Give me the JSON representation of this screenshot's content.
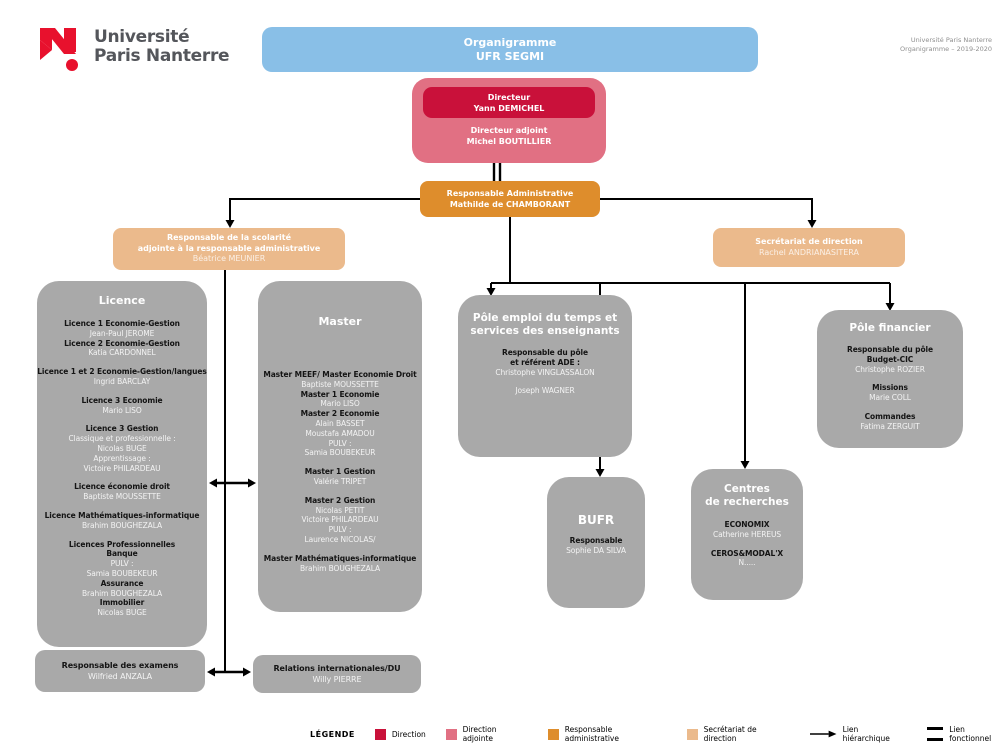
{
  "logo": {
    "line1": "Université",
    "line2": "Paris Nanterre"
  },
  "corner_note": {
    "line1": "Université Paris Nanterre",
    "line2": "Organigramme – 2019-2020"
  },
  "header": {
    "line1": "Organigramme",
    "line2": "UFR SEGMI"
  },
  "direction": {
    "role": "Directeur",
    "name": "Yann DEMICHEL",
    "deputy_role": "Directeur adjoint",
    "deputy_name": "Michel BOUTILLIER"
  },
  "admin": {
    "role": "Responsable Administrative",
    "name": "Mathilde de CHAMBORANT"
  },
  "scolarite": {
    "role_line1": "Responsable de la scolarité",
    "role_line2": "adjointe à la responsable administrative",
    "name": "Béatrice MEUNIER"
  },
  "secretariat": {
    "role": "Secrétariat de direction",
    "name": "Rachel ANDRIANASITERA"
  },
  "licence": {
    "title": "Licence",
    "lines": [
      {
        "t": "Licence 1 Economie-Gestion",
        "c": "lt"
      },
      {
        "t": "Jean-Paul JEROME",
        "c": "ln"
      },
      {
        "t": "Licence 2 Economie-Gestion",
        "c": "lt"
      },
      {
        "t": "Katia CARDONNEL",
        "c": "ln"
      },
      {
        "t": "Licence 1 et 2 Economie-Gestion/langues",
        "c": "lt gap"
      },
      {
        "t": "Ingrid BARCLAY",
        "c": "ln"
      },
      {
        "t": "Licence 3 Economie",
        "c": "lt gap"
      },
      {
        "t": "Mario LISO",
        "c": "ln"
      },
      {
        "t": "Licence 3 Gestion",
        "c": "lt gap"
      },
      {
        "t": "Classique et professionnelle :",
        "c": "ln"
      },
      {
        "t": "Nicolas BUGE",
        "c": "ln"
      },
      {
        "t": "Apprentissage :",
        "c": "ln"
      },
      {
        "t": "Victoire PHILARDEAU",
        "c": "ln"
      },
      {
        "t": "Licence économie droit",
        "c": "lt gap"
      },
      {
        "t": "Baptiste MOUSSETTE",
        "c": "ln"
      },
      {
        "t": "Licence Mathématiques-informatique",
        "c": "lt gap"
      },
      {
        "t": "Brahim BOUGHEZALA",
        "c": "ln"
      },
      {
        "t": "Licences Professionnelles",
        "c": "lt gap"
      },
      {
        "t": "Banque",
        "c": "lt"
      },
      {
        "t": "PULV :",
        "c": "ln"
      },
      {
        "t": "Samia BOUBEKEUR",
        "c": "ln"
      },
      {
        "t": "Assurance",
        "c": "lt"
      },
      {
        "t": "Brahim BOUGHEZALA",
        "c": "ln"
      },
      {
        "t": "Immobilier",
        "c": "lt"
      },
      {
        "t": "Nicolas BUGE",
        "c": "ln"
      }
    ]
  },
  "master": {
    "title": "Master",
    "lines": [
      {
        "t": "Master MEEF/ Master Economie Droit",
        "c": "lt"
      },
      {
        "t": "Baptiste MOUSSETTE",
        "c": "ln"
      },
      {
        "t": "Master 1 Economie",
        "c": "lt"
      },
      {
        "t": "Mario LISO",
        "c": "ln"
      },
      {
        "t": "Master 2 Economie",
        "c": "lt"
      },
      {
        "t": "Alain BASSET",
        "c": "ln"
      },
      {
        "t": "Moustafa AMADOU",
        "c": "ln"
      },
      {
        "t": "PULV :",
        "c": "ln"
      },
      {
        "t": "Samia BOUBEKEUR",
        "c": "ln"
      },
      {
        "t": "Master 1 Gestion",
        "c": "lt gap"
      },
      {
        "t": "Valérie TRIPET",
        "c": "ln"
      },
      {
        "t": "Master 2 Gestion",
        "c": "lt gap"
      },
      {
        "t": "Nicolas PETIT",
        "c": "ln"
      },
      {
        "t": "Victoire PHILARDEAU",
        "c": "ln"
      },
      {
        "t": "PULV :",
        "c": "ln"
      },
      {
        "t": "Laurence NICOLAS/",
        "c": "ln"
      },
      {
        "t": "Master Mathématiques-informatique",
        "c": "lt gap"
      },
      {
        "t": "Brahim BOUGHEZALA",
        "c": "ln"
      }
    ]
  },
  "pole_emploi": {
    "title_line1": "Pôle emploi du temps et",
    "title_line2": "services des enseignants",
    "lines": [
      {
        "t": "Responsable du pôle",
        "c": "lt"
      },
      {
        "t": "et référent ADE :",
        "c": "lt"
      },
      {
        "t": "Christophe VINGLASSALON",
        "c": "ln"
      },
      {
        "t": "Joseph WAGNER",
        "c": "ln gap"
      }
    ]
  },
  "pole_financier": {
    "title": "Pôle financier",
    "lines": [
      {
        "t": "Responsable du pôle",
        "c": "lt"
      },
      {
        "t": "Budget-CIC",
        "c": "lt"
      },
      {
        "t": "Christophe ROZIER",
        "c": "ln"
      },
      {
        "t": "Missions",
        "c": "lt gap"
      },
      {
        "t": "Marie COLL",
        "c": "ln"
      },
      {
        "t": "Commandes",
        "c": "lt gap"
      },
      {
        "t": "Fatima ZERGUIT",
        "c": "ln"
      }
    ]
  },
  "bufr": {
    "title": "BUFR",
    "lines": [
      {
        "t": "Responsable",
        "c": "lt"
      },
      {
        "t": "Sophie DA SILVA",
        "c": "ln"
      }
    ]
  },
  "centres": {
    "title_line1": "Centres",
    "title_line2": "de recherches",
    "lines": [
      {
        "t": "ECONOMIX",
        "c": "lt"
      },
      {
        "t": "Catherine HEREUS",
        "c": "ln"
      },
      {
        "t": "CEROS&MODAL'X",
        "c": "lt gap"
      },
      {
        "t": "N.....",
        "c": "ln"
      }
    ]
  },
  "examens": {
    "lines": [
      {
        "t": "Responsable des examens",
        "c": "lt"
      },
      {
        "t": "Wilfried ANZALA",
        "c": "ln"
      }
    ]
  },
  "relations": {
    "lines": [
      {
        "t": "Relations internationales/DU",
        "c": "lt"
      },
      {
        "t": "Willy PIERRE",
        "c": "ln"
      }
    ]
  },
  "legend": {
    "label": "LÉGENDE",
    "items": [
      {
        "label": "Direction",
        "color": "#C9113A"
      },
      {
        "label": "Direction adjointe",
        "color": "#E17083"
      },
      {
        "label": "Responsable administrative",
        "color": "#DE8D2C"
      },
      {
        "label": "Secrétariat de direction",
        "color": "#EBBA8C"
      }
    ],
    "arrow_label": "Lien hiérarchique",
    "double_label": "Lien fonctionnel"
  },
  "colors": {
    "banner_blue": "#89BFE7",
    "direction_red": "#C9113A",
    "direction_adjointe_pink": "#E17083",
    "admin_orange": "#DE8D2C",
    "secretariat_tan": "#EBBA8C",
    "department_gray": "#A9A9A9",
    "logo_red": "#E8112D"
  }
}
